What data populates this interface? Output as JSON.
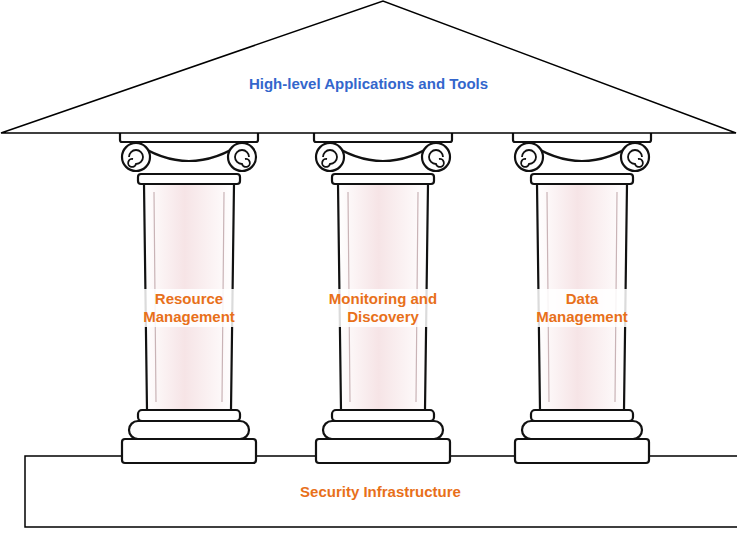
{
  "diagram": {
    "nodes": [
      {
        "text": [
          "High-level Applications and Tools"
        ]
      },
      {
        "text": [
          "Resource Management"
        ]
      },
      {
        "text": [
          "Monitoring and Discovery"
        ]
      },
      {
        "text": [
          "Data Management"
        ]
      },
      {
        "text": [
          "Security Infrastructure"
        ]
      }
    ]
  }
}
